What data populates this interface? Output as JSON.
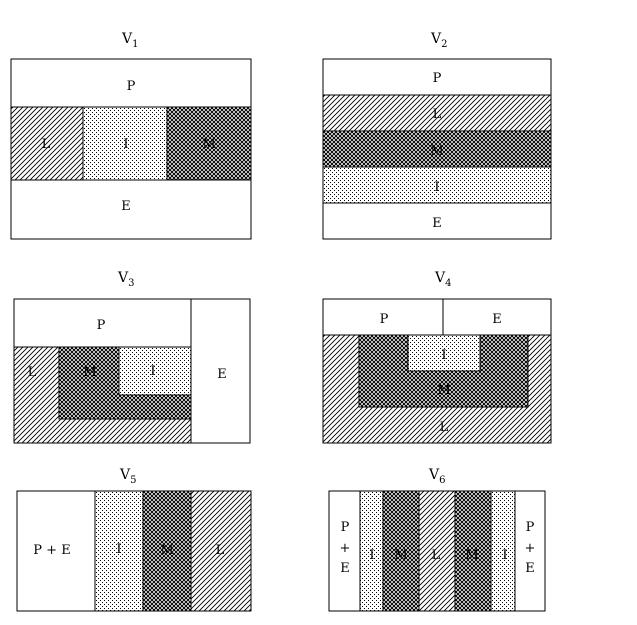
{
  "diagrams": [
    {
      "title": "V",
      "sub": "1",
      "labels": {
        "p": "P",
        "l": "L",
        "i": "I",
        "m": "M",
        "e": "E"
      }
    },
    {
      "title": "V",
      "sub": "2",
      "labels": {
        "p": "P",
        "l": "L",
        "m": "M",
        "i": "I",
        "e": "E"
      }
    },
    {
      "title": "V",
      "sub": "3",
      "labels": {
        "p": "P",
        "l": "L",
        "m": "M",
        "i": "I",
        "e": "E"
      }
    },
    {
      "title": "V",
      "sub": "4",
      "labels": {
        "p": "P",
        "e": "E",
        "i": "I",
        "m": "M",
        "l": "L"
      }
    },
    {
      "title": "V",
      "sub": "5",
      "labels": {
        "pe": "P + E",
        "i": "I",
        "m": "M",
        "l": "L"
      }
    },
    {
      "title": "V",
      "sub": "6",
      "labels": {
        "p1": "P",
        "plus1": "+",
        "e1": "E",
        "i1": "I",
        "m1": "M",
        "l": "L",
        "m2": "M",
        "i2": "I",
        "p2": "P",
        "plus2": "+",
        "e2": "E"
      }
    }
  ]
}
